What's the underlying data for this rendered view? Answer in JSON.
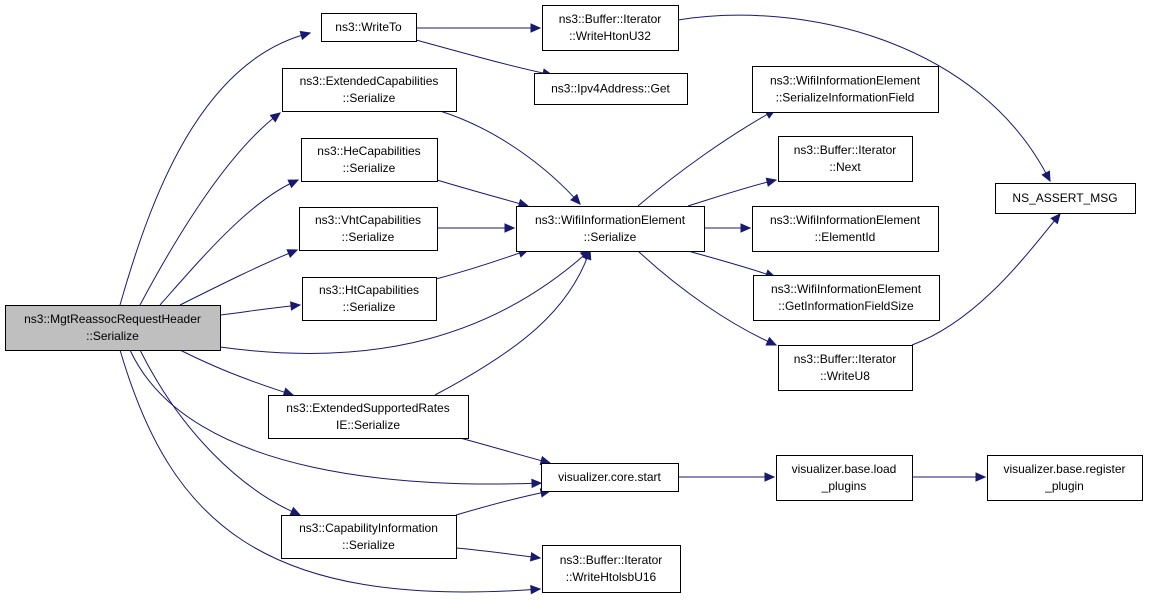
{
  "colors": {
    "edge": "#191970",
    "node_border": "#000000",
    "node_fill": "#ffffff",
    "root_fill": "#bfbfbf",
    "background": "#ffffff"
  },
  "nodes": {
    "mgtreassoc": {
      "lines": [
        "ns3::MgtReassocRequestHeader",
        "::Serialize"
      ]
    },
    "writeto": {
      "lines": [
        "ns3::WriteTo"
      ]
    },
    "extcap": {
      "lines": [
        "ns3::ExtendedCapabilities",
        "::Serialize"
      ]
    },
    "hecap": {
      "lines": [
        "ns3::HeCapabilities",
        "::Serialize"
      ]
    },
    "vhtcap": {
      "lines": [
        "ns3::VhtCapabilities",
        "::Serialize"
      ]
    },
    "htcap": {
      "lines": [
        "ns3::HtCapabilities",
        "::Serialize"
      ]
    },
    "extsuprates": {
      "lines": [
        "ns3::ExtendedSupportedRates",
        "IE::Serialize"
      ]
    },
    "capinfo": {
      "lines": [
        "ns3::CapabilityInformation",
        "::Serialize"
      ]
    },
    "writehtonu32": {
      "lines": [
        "ns3::Buffer::Iterator",
        "::WriteHtonU32"
      ]
    },
    "ipv4get": {
      "lines": [
        "ns3::Ipv4Address::Get"
      ]
    },
    "wifiser": {
      "lines": [
        "ns3::WifiInformationElement",
        "::Serialize"
      ]
    },
    "vizstart": {
      "lines": [
        "visualizer.core.start"
      ]
    },
    "writehtolsbu16": {
      "lines": [
        "ns3::Buffer::Iterator",
        "::WriteHtolsbU16"
      ]
    },
    "serinfofield": {
      "lines": [
        "ns3::WifiInformationElement",
        "::SerializeInformationField"
      ]
    },
    "next": {
      "lines": [
        "ns3::Buffer::Iterator",
        "::Next"
      ]
    },
    "elementid": {
      "lines": [
        "ns3::WifiInformationElement",
        "::ElementId"
      ]
    },
    "getinfosize": {
      "lines": [
        "ns3::WifiInformationElement",
        "::GetInformationFieldSize"
      ]
    },
    "writeu8": {
      "lines": [
        "ns3::Buffer::Iterator",
        "::WriteU8"
      ]
    },
    "vizload": {
      "lines": [
        "visualizer.base.load",
        "_plugins"
      ]
    },
    "assertmsg": {
      "lines": [
        "NS_ASSERT_MSG"
      ]
    },
    "vizregister": {
      "lines": [
        "visualizer.base.register",
        "_plugin"
      ]
    }
  },
  "edges": [
    [
      "mgtreassoc",
      "writeto"
    ],
    [
      "mgtreassoc",
      "extcap"
    ],
    [
      "mgtreassoc",
      "hecap"
    ],
    [
      "mgtreassoc",
      "vhtcap"
    ],
    [
      "mgtreassoc",
      "htcap"
    ],
    [
      "mgtreassoc",
      "wifiser"
    ],
    [
      "mgtreassoc",
      "extsuprates"
    ],
    [
      "mgtreassoc",
      "vizstart"
    ],
    [
      "mgtreassoc",
      "capinfo"
    ],
    [
      "mgtreassoc",
      "writehtolsbu16"
    ],
    [
      "writeto",
      "writehtonu32"
    ],
    [
      "writeto",
      "ipv4get"
    ],
    [
      "writehtonu32",
      "assertmsg"
    ],
    [
      "extcap",
      "wifiser"
    ],
    [
      "hecap",
      "wifiser"
    ],
    [
      "vhtcap",
      "wifiser"
    ],
    [
      "htcap",
      "wifiser"
    ],
    [
      "extsuprates",
      "wifiser"
    ],
    [
      "extsuprates",
      "vizstart"
    ],
    [
      "capinfo",
      "vizstart"
    ],
    [
      "capinfo",
      "writehtolsbu16"
    ],
    [
      "wifiser",
      "serinfofield"
    ],
    [
      "wifiser",
      "next"
    ],
    [
      "wifiser",
      "elementid"
    ],
    [
      "wifiser",
      "getinfosize"
    ],
    [
      "wifiser",
      "writeu8"
    ],
    [
      "writeu8",
      "assertmsg"
    ],
    [
      "vizstart",
      "vizload"
    ],
    [
      "vizload",
      "vizregister"
    ]
  ]
}
